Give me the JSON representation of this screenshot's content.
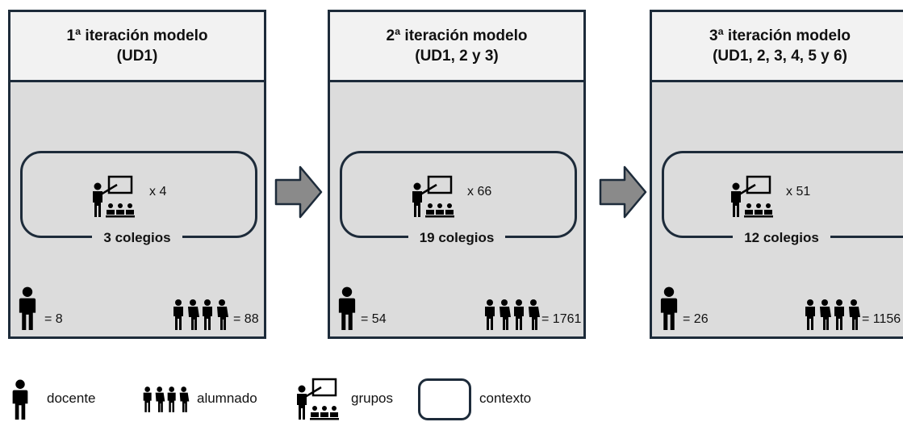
{
  "panels": [
    {
      "title_line1": "1ª iteración modelo",
      "title_line2": "(UD1)",
      "groups_count": "x 4",
      "schools": "3 colegios",
      "teachers": "= 8",
      "students": "= 88"
    },
    {
      "title_line1": "2ª iteración modelo",
      "title_line2": "(UD1, 2 y 3)",
      "groups_count": "x 66",
      "schools": "19 colegios",
      "teachers": "= 54",
      "students": "= 1761"
    },
    {
      "title_line1": "3ª iteración modelo",
      "title_line2": "(UD1, 2, 3, 4, 5 y 6)",
      "groups_count": "x 51",
      "schools": "12 colegios",
      "teachers": "= 26",
      "students": "= 1156"
    }
  ],
  "legend": {
    "teacher": "docente",
    "students": "alumnado",
    "groups": "grupos",
    "context": "contexto"
  },
  "icons": [
    "teacher-icon",
    "students-icon",
    "classroom-group-icon",
    "context-box-icon",
    "right-arrow-icon"
  ]
}
